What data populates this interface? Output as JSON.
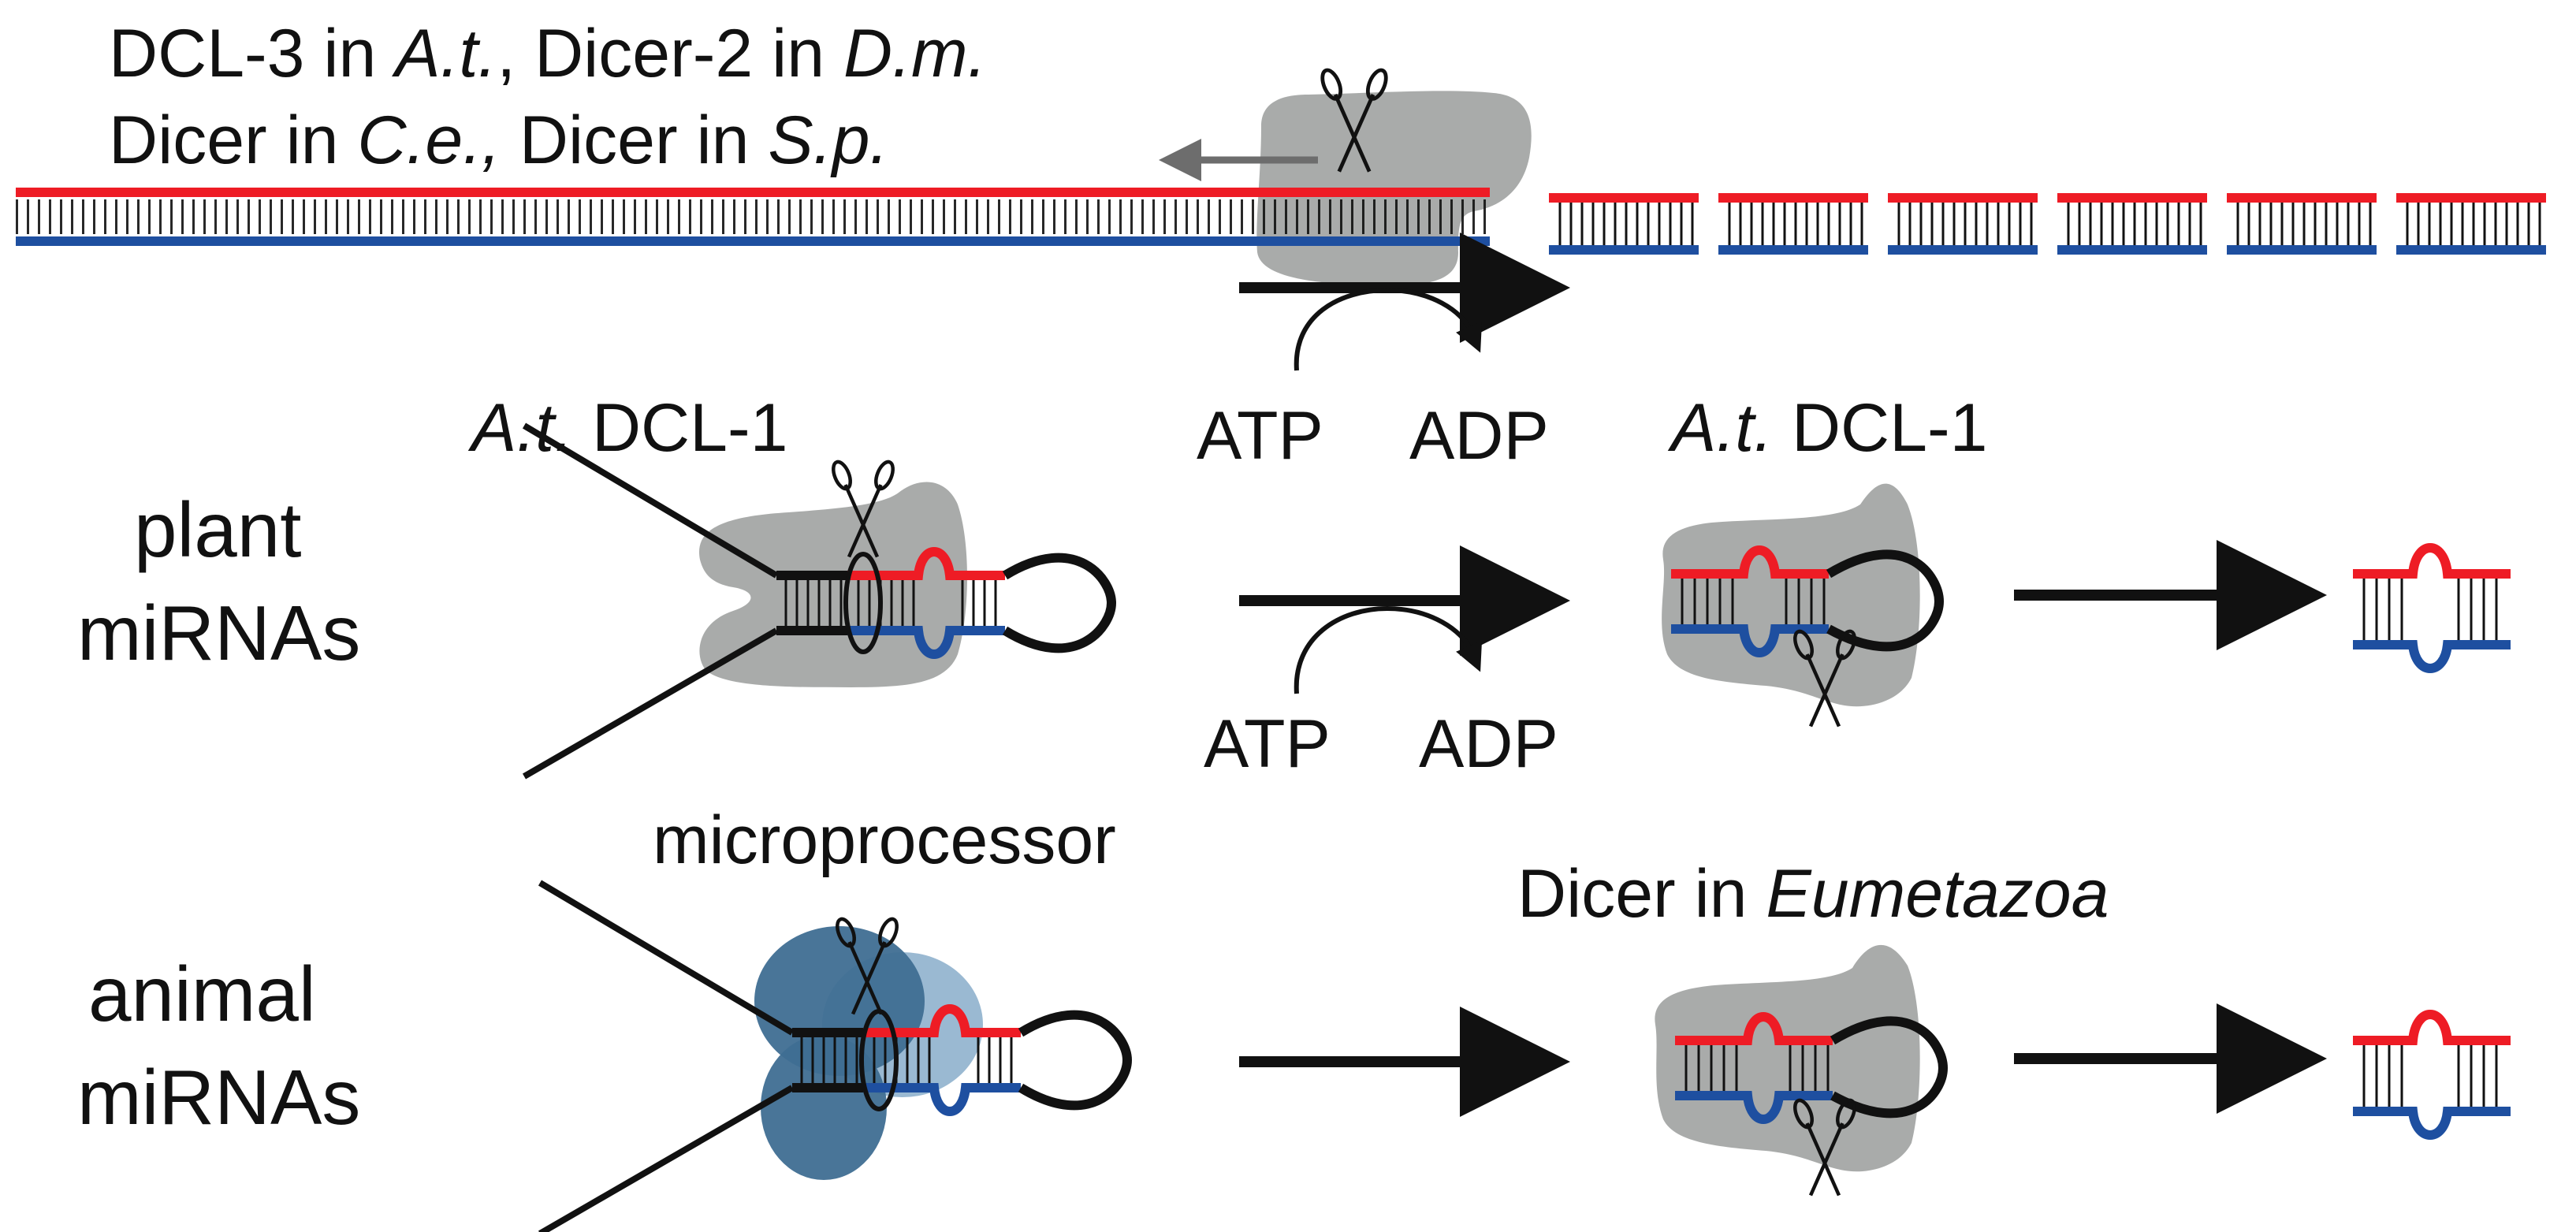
{
  "colors": {
    "red_strand": "#ee1c25",
    "blue_strand": "#1e4fa0",
    "black": "#111111",
    "dicer_gray": "#9d9f9e",
    "microprocessor_dark": "#3f6e92",
    "microprocessor_light": "#8fb1cd",
    "arrow_gray": "#6d6d6d"
  },
  "icons": [
    "scissors-icon",
    "process-arrow-icon",
    "atp-adp-curve-icon"
  ],
  "row1": {
    "header_line1": {
      "p1": "DCL-3 in ",
      "p2": "A.t.",
      "p3": ", Dicer-2 in ",
      "p4": "D.m."
    },
    "header_line2": {
      "p1": "Dicer in ",
      "p2": "C.e.,",
      "p3": " Dicer in ",
      "p4": "S.p."
    },
    "atp": "ATP",
    "adp": "ADP"
  },
  "row2": {
    "label_line1": "plant",
    "label_line2": "miRNAs",
    "enzyme_left": {
      "italic": "A.t.",
      "plain": " DCL-1"
    },
    "enzyme_right": {
      "italic": "A.t.",
      "plain": " DCL-1"
    },
    "atp": "ATP",
    "adp": "ADP"
  },
  "row3": {
    "label_line1": "animal",
    "label_line2": "miRNAs",
    "enzyme_left": "microprocessor",
    "enzyme_right": {
      "plain": "Dicer in ",
      "italic": "Eumetazoa"
    }
  }
}
